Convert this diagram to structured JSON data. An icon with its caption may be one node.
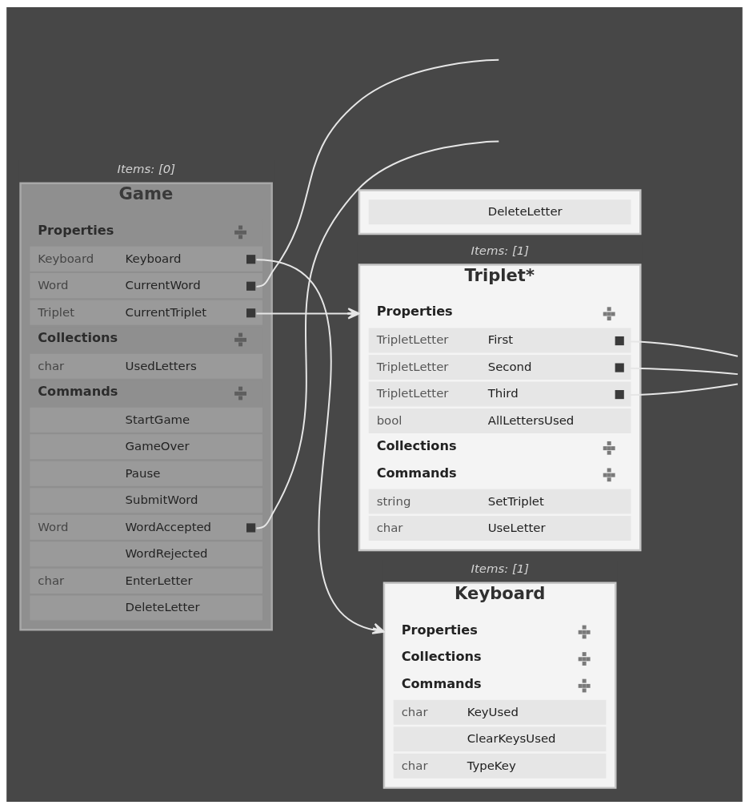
{
  "diagram": {
    "nodes": [
      {
        "text": [
          "Game"
        ],
        "beside": [
          "Items: [0]"
        ]
      },
      {
        "text": [
          "Properties"
        ],
        "in": 0
      },
      {
        "text": [
          "Keyboard",
          "Keyboard"
        ],
        "in": 0
      },
      {
        "text": [
          "Word",
          "CurrentWord"
        ],
        "in": 0
      },
      {
        "text": [
          "Triplet",
          "CurrentTriplet"
        ],
        "in": 0
      },
      {
        "text": [
          "Collections"
        ],
        "in": 0
      },
      {
        "text": [
          "char",
          "UsedLetters"
        ],
        "in": 0
      },
      {
        "text": [
          "Commands"
        ],
        "in": 0
      },
      {
        "text": [
          "StartGame"
        ],
        "in": 0
      },
      {
        "text": [
          "GameOver"
        ],
        "in": 0
      },
      {
        "text": [
          "Pause"
        ],
        "in": 0
      },
      {
        "text": [
          "SubmitWord"
        ],
        "in": 0
      },
      {
        "text": [
          "Word",
          "WordAccepted"
        ],
        "in": 0
      },
      {
        "text": [
          "WordRejected"
        ],
        "in": 0
      },
      {
        "text": [
          "char",
          "EnterLetter"
        ],
        "in": 0
      },
      {
        "text": [
          "DeleteLetter"
        ],
        "in": 0
      },
      {
        "text": [],
        "shape": "box"
      },
      {
        "text": [
          "DeleteLetter"
        ],
        "in": 16
      },
      {
        "text": [
          "Triplet*"
        ],
        "beside": [
          "Items: [1]"
        ]
      },
      {
        "text": [
          "Properties"
        ],
        "in": 18
      },
      {
        "text": [
          "TripletLetter",
          "First"
        ],
        "in": 18
      },
      {
        "text": [
          "TripletLetter",
          "Second"
        ],
        "in": 18
      },
      {
        "text": [
          "TripletLetter",
          "Third"
        ],
        "in": 18
      },
      {
        "text": [
          "bool",
          "AllLettersUsed"
        ],
        "in": 18
      },
      {
        "text": [
          "Collections"
        ],
        "in": 18
      },
      {
        "text": [
          "Commands"
        ],
        "in": 18
      },
      {
        "text": [
          "string",
          "SetTriplet"
        ],
        "in": 18
      },
      {
        "text": [
          "char",
          "UseLetter"
        ],
        "in": 18
      },
      {
        "text": [
          "Keyboard"
        ],
        "beside": [
          "Items: [1]"
        ]
      },
      {
        "text": [
          "Properties"
        ],
        "in": 28
      },
      {
        "text": [
          "Collections"
        ],
        "in": 28
      },
      {
        "text": [
          "Commands"
        ],
        "in": 28
      },
      {
        "text": [
          "char",
          "KeyUsed"
        ],
        "in": 28
      },
      {
        "text": [
          "ClearKeysUsed"
        ],
        "in": 28
      },
      {
        "text": [
          "char",
          "TypeKey"
        ],
        "in": 28
      }
    ],
    "edges": [
      {
        "from": 2,
        "to": 28,
        "arrow": "to"
      },
      {
        "from": 3,
        "to": null,
        "arrow": "none"
      },
      {
        "from": 4,
        "to": 18,
        "arrow": "to"
      },
      {
        "from": 12,
        "to": null,
        "arrow": "none"
      },
      {
        "from": 20,
        "to": null,
        "arrow": "none"
      },
      {
        "from": 21,
        "to": null,
        "arrow": "none"
      },
      {
        "from": 22,
        "to": null,
        "arrow": "none"
      }
    ]
  }
}
